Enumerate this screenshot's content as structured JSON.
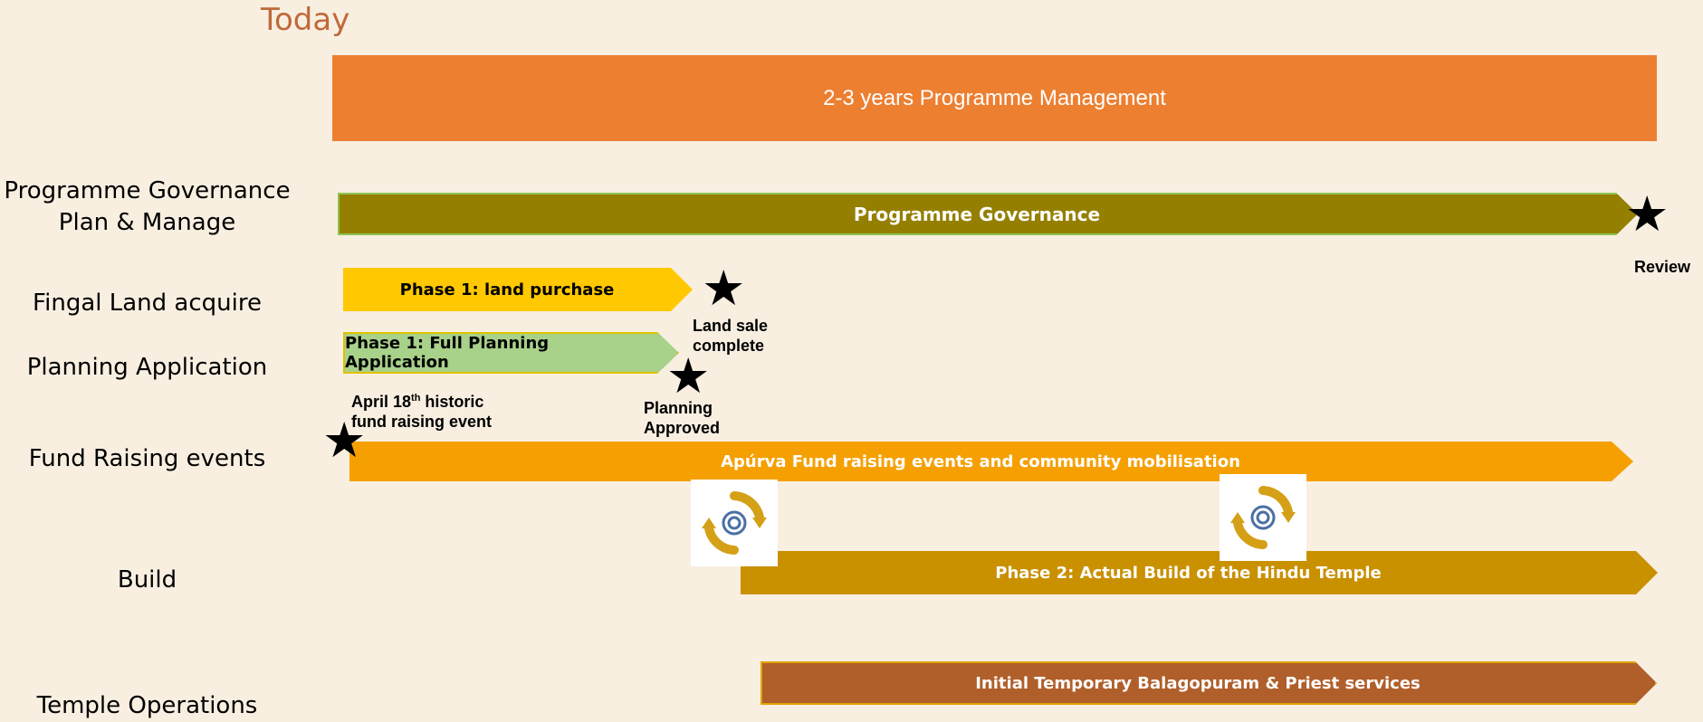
{
  "title": "Today",
  "banner": "2-3 years Programme Management",
  "rows": {
    "governance_line1": "Programme Governance",
    "governance_line2": "Plan & Manage",
    "land": "Fingal Land acquire",
    "planning": "Planning Application",
    "fund": "Fund Raising events",
    "build": "Build",
    "operations": "Temple Operations"
  },
  "bars": {
    "governance": "Programme Governance",
    "land": "Phase 1: land purchase",
    "planning": "Phase 1: Full Planning Application",
    "fund": "Apúrva Fund raising events and community mobilisation",
    "build": "Phase 2: Actual Build of the Hindu Temple",
    "operations": "Initial Temporary Balagopuram & Priest services"
  },
  "milestones": {
    "review": "Review",
    "land_sale_line1": "Land sale",
    "land_sale_line2": "complete",
    "planning_line1": "Planning",
    "planning_line2": "Approved",
    "event_prefix": "April 18",
    "event_sup": "th",
    "event_line1_rest": " historic",
    "event_line2": "fund raising event"
  },
  "icons": {
    "star": "star-icon",
    "cycle": "cycle-icon"
  },
  "colors": {
    "background": "#f8efe1",
    "banner": "#ed7f31",
    "governance": "#947f00",
    "land": "#ffc800",
    "planning": "#a8d18a",
    "fund": "#f5a000",
    "build": "#c99000",
    "operations": "#b05f2b",
    "title": "#c0693a"
  }
}
